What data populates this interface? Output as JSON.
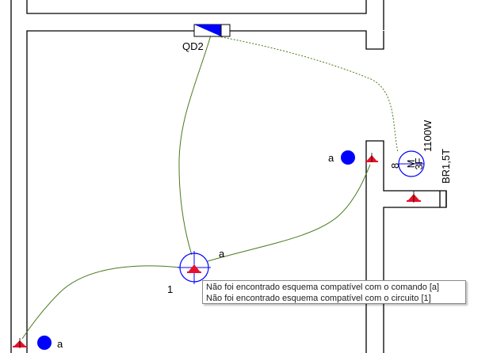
{
  "labels": {
    "panel": "QD2",
    "switch_top": "a",
    "switch_bottom": "a",
    "lamp_command": "a",
    "lamp_circuit": "1",
    "motor_circuit": "8",
    "motor_power": "1100W",
    "motor_id": "BR1,5T",
    "motor_symbol": "M",
    "motor_phase": "3F"
  },
  "tooltip": {
    "line1": "Não foi encontrado esquema compatível com o comando [a]",
    "line2": "Não foi encontrado esquema compatível com o circuito [1]"
  },
  "colors": {
    "wall": "#000000",
    "wire": "#4a7a1e",
    "symbol_blue": "#0000ff",
    "marker_red": "#e8102a"
  }
}
